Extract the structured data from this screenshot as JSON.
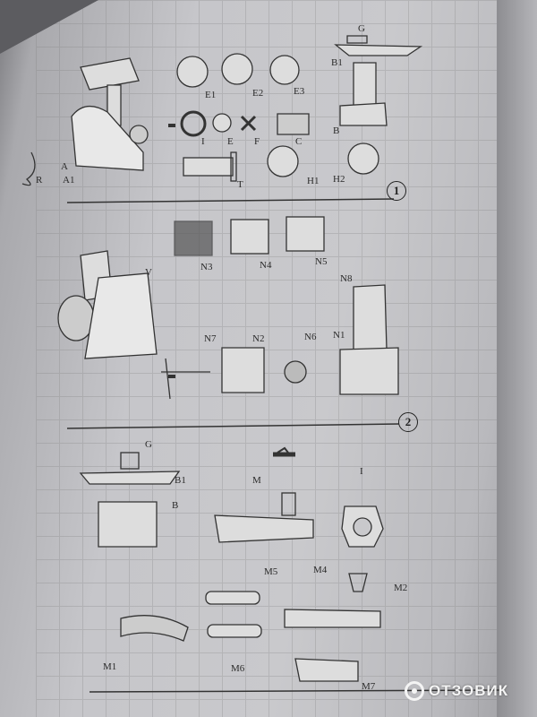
{
  "section1": {
    "number": "1",
    "labels": [
      "G",
      "B1",
      "E1",
      "E2",
      "E3",
      "A",
      "R",
      "A1",
      "I",
      "E",
      "F",
      "C",
      "B",
      "T",
      "H1",
      "H2"
    ]
  },
  "section2": {
    "number": "2",
    "labels": [
      "N3",
      "N4",
      "N5",
      "V",
      "N8",
      "N7",
      "N2",
      "N6",
      "N1"
    ]
  },
  "section3": {
    "labels": [
      "G",
      "B1",
      "B",
      "M",
      "I",
      "M5",
      "M4",
      "M2",
      "M1",
      "M6",
      "M7"
    ]
  },
  "watermark": "ОТЗОВИК"
}
